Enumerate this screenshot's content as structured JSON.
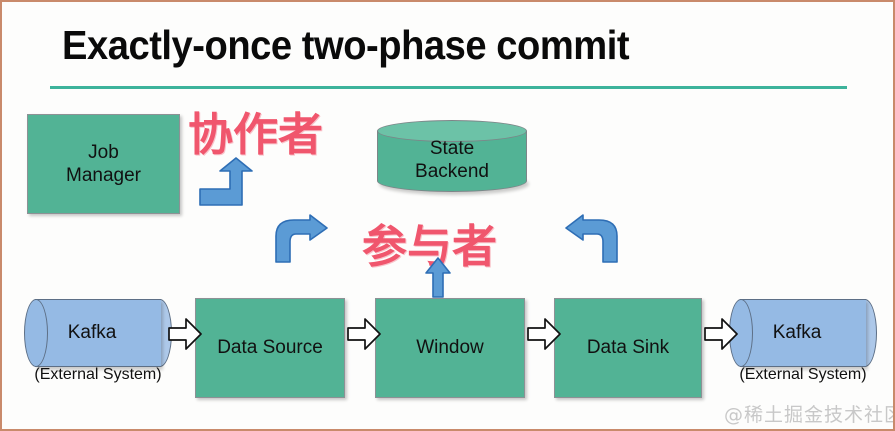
{
  "slide": {
    "title": "Exactly-once two-phase commit",
    "watermark": "@稀土掘金技术社区",
    "accent_rule_color": "#3db39b",
    "background_color": "#fdfdfc",
    "border_color": "#c98a6b"
  },
  "colors": {
    "green_box": "#52b395",
    "blue_cylinder": "#95bae4",
    "blue_arrow": "#5b9bd5",
    "blue_arrow_outline": "#2e6eb5",
    "red_label": "#f0566d",
    "white_arrow_fill": "#ffffff",
    "white_arrow_outline": "#111111"
  },
  "nodes": {
    "job_manager": {
      "label_line1": "Job",
      "label_line2": "Manager",
      "shape": "rectangle"
    },
    "state_backend": {
      "label_line1": "State",
      "label_line2": "Backend",
      "shape": "cylinder"
    },
    "kafka_source": {
      "label": "Kafka",
      "sub_line1": "(External",
      "sub_line2": "System)",
      "shape": "cylinder"
    },
    "data_source": {
      "label": "Data Source",
      "shape": "rectangle"
    },
    "window": {
      "label": "Window",
      "shape": "rectangle"
    },
    "data_sink": {
      "label": "Data Sink",
      "shape": "rectangle"
    },
    "kafka_sink": {
      "label": "Kafka",
      "sub_line1": "(External",
      "sub_line2": "System)",
      "shape": "cylinder"
    }
  },
  "annotations": {
    "coordinator": "协作者",
    "participant": "参与者"
  },
  "arrows": {
    "kafka_to_source": "block-arrow-right-icon",
    "source_to_window": "block-arrow-right-icon",
    "window_to_sink": "block-arrow-right-icon",
    "sink_to_kafka": "block-arrow-right-icon",
    "job_manager_up": "elbow-arrow-up-icon",
    "bend_right": "bent-arrow-right-icon",
    "window_up": "arrow-up-icon",
    "bend_left": "bent-arrow-left-icon"
  }
}
